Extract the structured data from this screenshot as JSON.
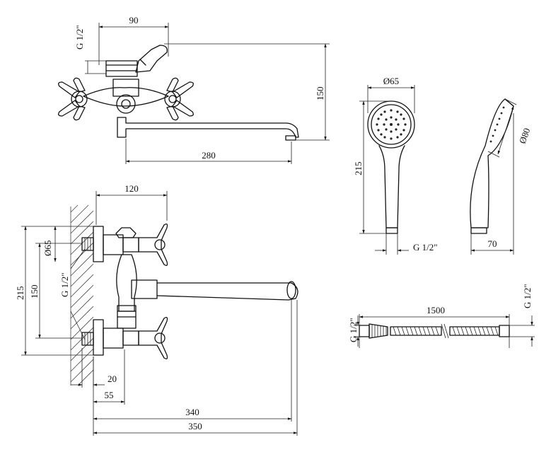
{
  "labels": {
    "top_width": "90",
    "top_thread": "G 1/2\"",
    "top_height": "150",
    "top_spout": "280",
    "side_width": "120",
    "side_diam": "Ø65",
    "side_215": "215",
    "side_150": "150",
    "side_thread": "G 1/2\"",
    "side_20": "20",
    "side_55": "55",
    "side_340": "340",
    "side_350": "350",
    "head_diam": "Ø65",
    "head_height": "215",
    "head_thread": "G 1/2\"",
    "head_side_diam": "Ø80",
    "head_depth": "70",
    "hose_len": "1500",
    "hose_left_thread": "G 1/2\"",
    "hose_right_thread": "G 1/2\""
  }
}
